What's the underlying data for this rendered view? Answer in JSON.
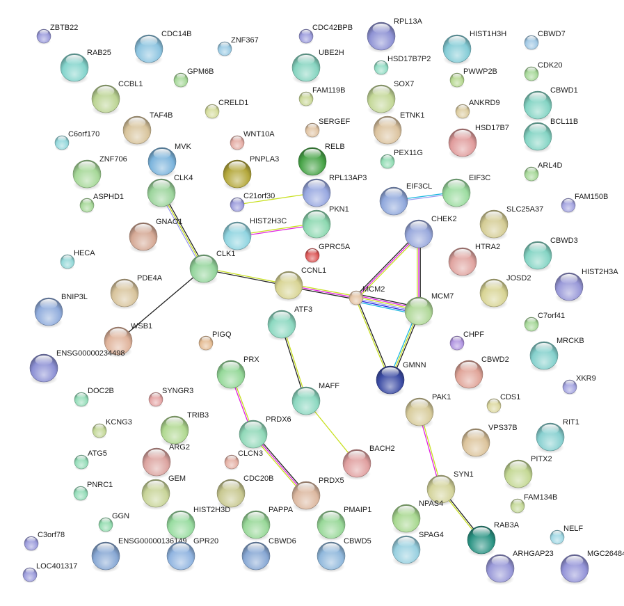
{
  "network": {
    "nodes": [
      {
        "name": "ZBTB22",
        "color": "#9c9cdc"
      },
      {
        "name": "CDC14B",
        "color": "#8cc4e0"
      },
      {
        "name": "ZNF367",
        "color": "#9ccbe4"
      },
      {
        "name": "CDC42BPB",
        "color": "#9c9cdc"
      },
      {
        "name": "RPL13A",
        "color": "#8e92d4"
      },
      {
        "name": "HIST1H3H",
        "color": "#84ccd6"
      },
      {
        "name": "CBWD7",
        "color": "#a0c8e4"
      },
      {
        "name": "RAB25",
        "color": "#84d4cc"
      },
      {
        "name": "UBE2H",
        "color": "#86d4c0"
      },
      {
        "name": "GPM6B",
        "color": "#a6d898"
      },
      {
        "name": "HSD17B7P2",
        "color": "#92dcc4"
      },
      {
        "name": "PWWP2B",
        "color": "#b6d890"
      },
      {
        "name": "CDK20",
        "color": "#a6d898"
      },
      {
        "name": "CCBL1",
        "color": "#bcd494"
      },
      {
        "name": "FAM119B",
        "color": "#cad898"
      },
      {
        "name": "SOX7",
        "color": "#c4d898"
      },
      {
        "name": "CRELD1",
        "color": "#d4dc9c"
      },
      {
        "name": "ANKRD9",
        "color": "#dccca0"
      },
      {
        "name": "CBWD1",
        "color": "#84d4c4"
      },
      {
        "name": "TAF4B",
        "color": "#d8c49c"
      },
      {
        "name": "SERGEF",
        "color": "#e0c4a4"
      },
      {
        "name": "ETNK1",
        "color": "#dcc4a0"
      },
      {
        "name": "HSD17B7",
        "color": "#e09c9c"
      },
      {
        "name": "BCL11B",
        "color": "#84d4c4"
      },
      {
        "name": "C6orf170",
        "color": "#94d8dc"
      },
      {
        "name": "WNT10A",
        "color": "#e4aca4"
      },
      {
        "name": "RELB",
        "color": "#48a448"
      },
      {
        "name": "PEX11G",
        "color": "#92dcb4"
      },
      {
        "name": "MVK",
        "color": "#7cb4dc"
      },
      {
        "name": "ZNF706",
        "color": "#a6d898"
      },
      {
        "name": "PNPLA3",
        "color": "#b4a83c"
      },
      {
        "name": "EIF3CL",
        "color": "#90a8dc"
      },
      {
        "name": "EIF3C",
        "color": "#9cdca0"
      },
      {
        "name": "ARL4D",
        "color": "#a6d898"
      },
      {
        "name": "RPL13AP3",
        "color": "#98a8e0"
      },
      {
        "name": "CLK4",
        "color": "#9cd49c"
      },
      {
        "name": "ASPHD1",
        "color": "#a6d898"
      },
      {
        "name": "C21orf30",
        "color": "#9c9cdc"
      },
      {
        "name": "FAM150B",
        "color": "#a4a4e0"
      },
      {
        "name": "PKN1",
        "color": "#8cd8b0"
      },
      {
        "name": "HIST2H3C",
        "color": "#90d4e0"
      },
      {
        "name": "GNAO1",
        "color": "#d4a894"
      },
      {
        "name": "SLC25A37",
        "color": "#d4cc94"
      },
      {
        "name": "CHEK2",
        "color": "#98a8dc"
      },
      {
        "name": "GPRC5A",
        "color": "#dc5858"
      },
      {
        "name": "HTRA2",
        "color": "#e0a4a0"
      },
      {
        "name": "CBWD3",
        "color": "#84d4c4"
      },
      {
        "name": "HECA",
        "color": "#94d8d8"
      },
      {
        "name": "CLK1",
        "color": "#94d49c"
      },
      {
        "name": "CCNL1",
        "color": "#d8d494"
      },
      {
        "name": "HIST2H3A",
        "color": "#9898d8"
      },
      {
        "name": "PDE4A",
        "color": "#d8c49c"
      },
      {
        "name": "JOSD2",
        "color": "#d8d494"
      },
      {
        "name": "MCM2",
        "color": "#e4c4a4"
      },
      {
        "name": "MCM7",
        "color": "#b0d898"
      },
      {
        "name": "BNIP3L",
        "color": "#90acdc"
      },
      {
        "name": "C7orf41",
        "color": "#a6d898"
      },
      {
        "name": "ATF3",
        "color": "#8cd8c0"
      },
      {
        "name": "WSB1",
        "color": "#e0b49c"
      },
      {
        "name": "CHPF",
        "color": "#b094e0"
      },
      {
        "name": "PIGQ",
        "color": "#e4bc94"
      },
      {
        "name": "MRCKB",
        "color": "#84d0cc"
      },
      {
        "name": "ENSG00000234498",
        "color": "#8c90d4"
      },
      {
        "name": "PRX",
        "color": "#94d898"
      },
      {
        "name": "CBWD2",
        "color": "#e0a498"
      },
      {
        "name": "GMNN",
        "color": "#3c4ca4"
      },
      {
        "name": "XKR9",
        "color": "#a4a4e0"
      },
      {
        "name": "DOC2B",
        "color": "#94dcb8"
      },
      {
        "name": "SYNGR3",
        "color": "#e4a4a4"
      },
      {
        "name": "MAFF",
        "color": "#8cd8c0"
      },
      {
        "name": "CDS1",
        "color": "#dcd8a0"
      },
      {
        "name": "PAK1",
        "color": "#d8cc9c"
      },
      {
        "name": "TRIB3",
        "color": "#b0d890"
      },
      {
        "name": "KCNG3",
        "color": "#c4d898"
      },
      {
        "name": "PRDX6",
        "color": "#90d8b8"
      },
      {
        "name": "VPS37B",
        "color": "#dcc49c"
      },
      {
        "name": "RIT1",
        "color": "#88d0d0"
      },
      {
        "name": "ARG2",
        "color": "#dca4a0"
      },
      {
        "name": "CLCN3",
        "color": "#e4b0a4"
      },
      {
        "name": "BACH2",
        "color": "#e0a0a0"
      },
      {
        "name": "ATG5",
        "color": "#94dcb8"
      },
      {
        "name": "PITX2",
        "color": "#c4d894"
      },
      {
        "name": "GEM",
        "color": "#c8d498"
      },
      {
        "name": "CDC20B",
        "color": "#c8c890"
      },
      {
        "name": "PRDX5",
        "color": "#dcb8a0"
      },
      {
        "name": "SYN1",
        "color": "#d4d49c"
      },
      {
        "name": "PNRC1",
        "color": "#94dcb8"
      },
      {
        "name": "FAM134B",
        "color": "#c4d898"
      },
      {
        "name": "NPAS4",
        "color": "#a8d890"
      },
      {
        "name": "HIST2H3D",
        "color": "#98dca0"
      },
      {
        "name": "PAPPA",
        "color": "#98d898"
      },
      {
        "name": "PMAIP1",
        "color": "#98d898"
      },
      {
        "name": "GGN",
        "color": "#94dcb0"
      },
      {
        "name": "RAB3A",
        "color": "#2c9484"
      },
      {
        "name": "NELF",
        "color": "#a0d8e4"
      },
      {
        "name": "C3orf78",
        "color": "#9c9cdc"
      },
      {
        "name": "ENSG00000136149",
        "color": "#88a8d4"
      },
      {
        "name": "GPR20",
        "color": "#90b4e0"
      },
      {
        "name": "CBWD6",
        "color": "#88a8d4"
      },
      {
        "name": "CBWD5",
        "color": "#90b8dc"
      },
      {
        "name": "SPAG4",
        "color": "#98d0e0"
      },
      {
        "name": "ARHGAP23",
        "color": "#9898d8"
      },
      {
        "name": "MGC26484",
        "color": "#9494d8"
      },
      {
        "name": "LOC401317",
        "color": "#9c9cdc"
      }
    ],
    "edges": [
      {
        "a": "CLK4",
        "b": "CLK1",
        "colors": [
          "#222222",
          "#c8e020",
          "#9c9cf0"
        ]
      },
      {
        "a": "CLK1",
        "b": "CCNL1",
        "colors": [
          "#c8e020",
          "#222222"
        ]
      },
      {
        "a": "CLK1",
        "b": "WSB1",
        "colors": [
          "#222222"
        ]
      },
      {
        "a": "C21orf30",
        "b": "RPL13AP3",
        "colors": [
          "#c8e020"
        ]
      },
      {
        "a": "HIST2H3C",
        "b": "PKN1",
        "colors": [
          "#c8e020",
          "#e020e0"
        ]
      },
      {
        "a": "EIF3CL",
        "b": "EIF3C",
        "colors": [
          "#20b8e0",
          "#9c9cf0"
        ]
      },
      {
        "a": "CCNL1",
        "b": "MCM2",
        "colors": [
          "#c8e020",
          "#e020e0",
          "#222222"
        ]
      },
      {
        "a": "MCM2",
        "b": "CHEK2",
        "colors": [
          "#222222",
          "#e020e0",
          "#c8e020"
        ]
      },
      {
        "a": "MCM2",
        "b": "MCM7",
        "colors": [
          "#222222",
          "#e020e0",
          "#c8e020",
          "#9c9cf0",
          "#2020e0",
          "#20b8e0"
        ]
      },
      {
        "a": "MCM2",
        "b": "GMNN",
        "colors": [
          "#222222",
          "#c8e020"
        ]
      },
      {
        "a": "CHEK2",
        "b": "MCM7",
        "colors": [
          "#222222",
          "#e020e0",
          "#c8e020"
        ]
      },
      {
        "a": "MCM7",
        "b": "GMNN",
        "colors": [
          "#222222",
          "#c8e020",
          "#20b8e0"
        ]
      },
      {
        "a": "ATF3",
        "b": "MAFF",
        "colors": [
          "#c8e020",
          "#222222"
        ]
      },
      {
        "a": "MAFF",
        "b": "BACH2",
        "colors": [
          "#c8e020"
        ]
      },
      {
        "a": "PRX",
        "b": "PRDX6",
        "colors": [
          "#c8e020",
          "#e020e0"
        ]
      },
      {
        "a": "PRDX6",
        "b": "PRDX5",
        "colors": [
          "#222222",
          "#e020e0",
          "#c8e020"
        ]
      },
      {
        "a": "PAK1",
        "b": "SYN1",
        "colors": [
          "#c8e020",
          "#e020e0"
        ]
      },
      {
        "a": "SYN1",
        "b": "RAB3A",
        "colors": [
          "#222222",
          "#c8e020"
        ]
      }
    ]
  }
}
